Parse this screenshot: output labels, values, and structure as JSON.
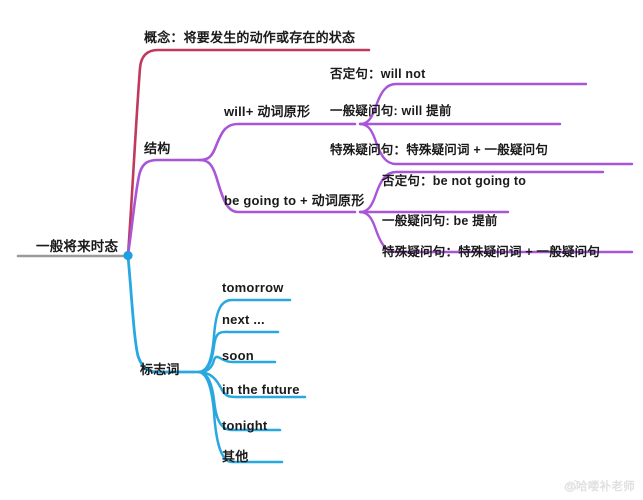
{
  "title": "一般将来时态",
  "colors": {
    "root_line": "#9a9a9a",
    "root_dot": "#1e9fe0",
    "concept_branch": "#c0395e",
    "structure_branch": "#a855d8",
    "signal_branch": "#29a8e0",
    "text": "#1a1a1a",
    "background": "#ffffff"
  },
  "root": {
    "label": "一般将来时态"
  },
  "branches": [
    {
      "id": "concept",
      "label": "概念：将要发生的动作或存在的状态",
      "color": "#c0395e",
      "children": []
    },
    {
      "id": "structure",
      "label": "结构",
      "color": "#a855d8",
      "children": [
        {
          "id": "will",
          "label": "will+ 动词原形",
          "children": [
            {
              "label": "否定句：will not"
            },
            {
              "label": "一般疑问句: will 提前"
            },
            {
              "label": "特殊疑问句：特殊疑问词 + 一般疑问句"
            }
          ]
        },
        {
          "id": "be-going-to",
          "label": "be going to + 动词原形",
          "children": [
            {
              "label": "否定句：be not going to"
            },
            {
              "label": "一般疑问句: be 提前"
            },
            {
              "label": "特殊疑问句：特殊疑问词 + 一般疑问句"
            }
          ]
        }
      ]
    },
    {
      "id": "signal-words",
      "label": "标志词",
      "color": "#29a8e0",
      "children": [
        {
          "label": "tomorrow"
        },
        {
          "label": "next ..."
        },
        {
          "label": "soon"
        },
        {
          "label": "in the future"
        },
        {
          "label": "tonight"
        },
        {
          "label": "其他"
        }
      ]
    }
  ],
  "watermark": {
    "handle": "@哈喽补老师",
    "icon": "weibo-icon"
  }
}
